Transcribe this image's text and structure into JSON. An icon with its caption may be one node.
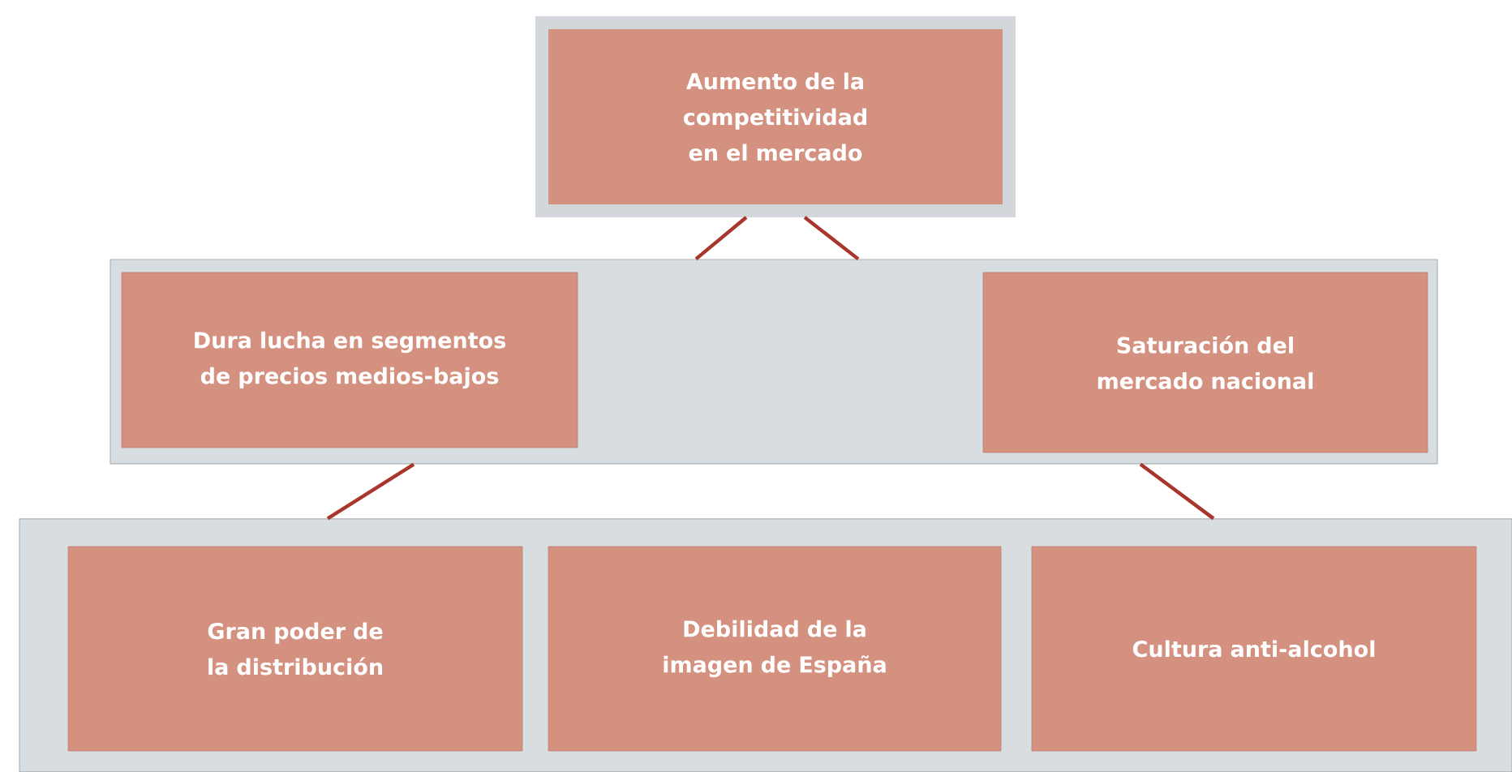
{
  "diagram": {
    "nodes": [
      {
        "text": [
          "Aumento de la competitividad en el mercado"
        ]
      },
      {
        "text": [],
        "shape": "band"
      },
      {
        "text": [
          "Dura lucha en segmentos de precios medios-bajos"
        ],
        "in": 1
      },
      {
        "text": [
          "Saturación del mercado nacional"
        ],
        "in": 1
      },
      {
        "text": [],
        "shape": "band"
      },
      {
        "text": [
          "Gran poder de la distribución"
        ],
        "in": 4
      },
      {
        "text": [
          "Debilidad de la imagen de España"
        ],
        "in": 4
      },
      {
        "text": [
          "Cultura  anti-alcohol"
        ],
        "in": 4
      }
    ],
    "edges": [
      {
        "from": 0,
        "to": 1,
        "arrow": "none"
      },
      {
        "from": 0,
        "to": 1,
        "arrow": "none"
      },
      {
        "from": 1,
        "to": 4,
        "arrow": "none"
      },
      {
        "from": 1,
        "to": 4,
        "arrow": "none"
      }
    ]
  }
}
